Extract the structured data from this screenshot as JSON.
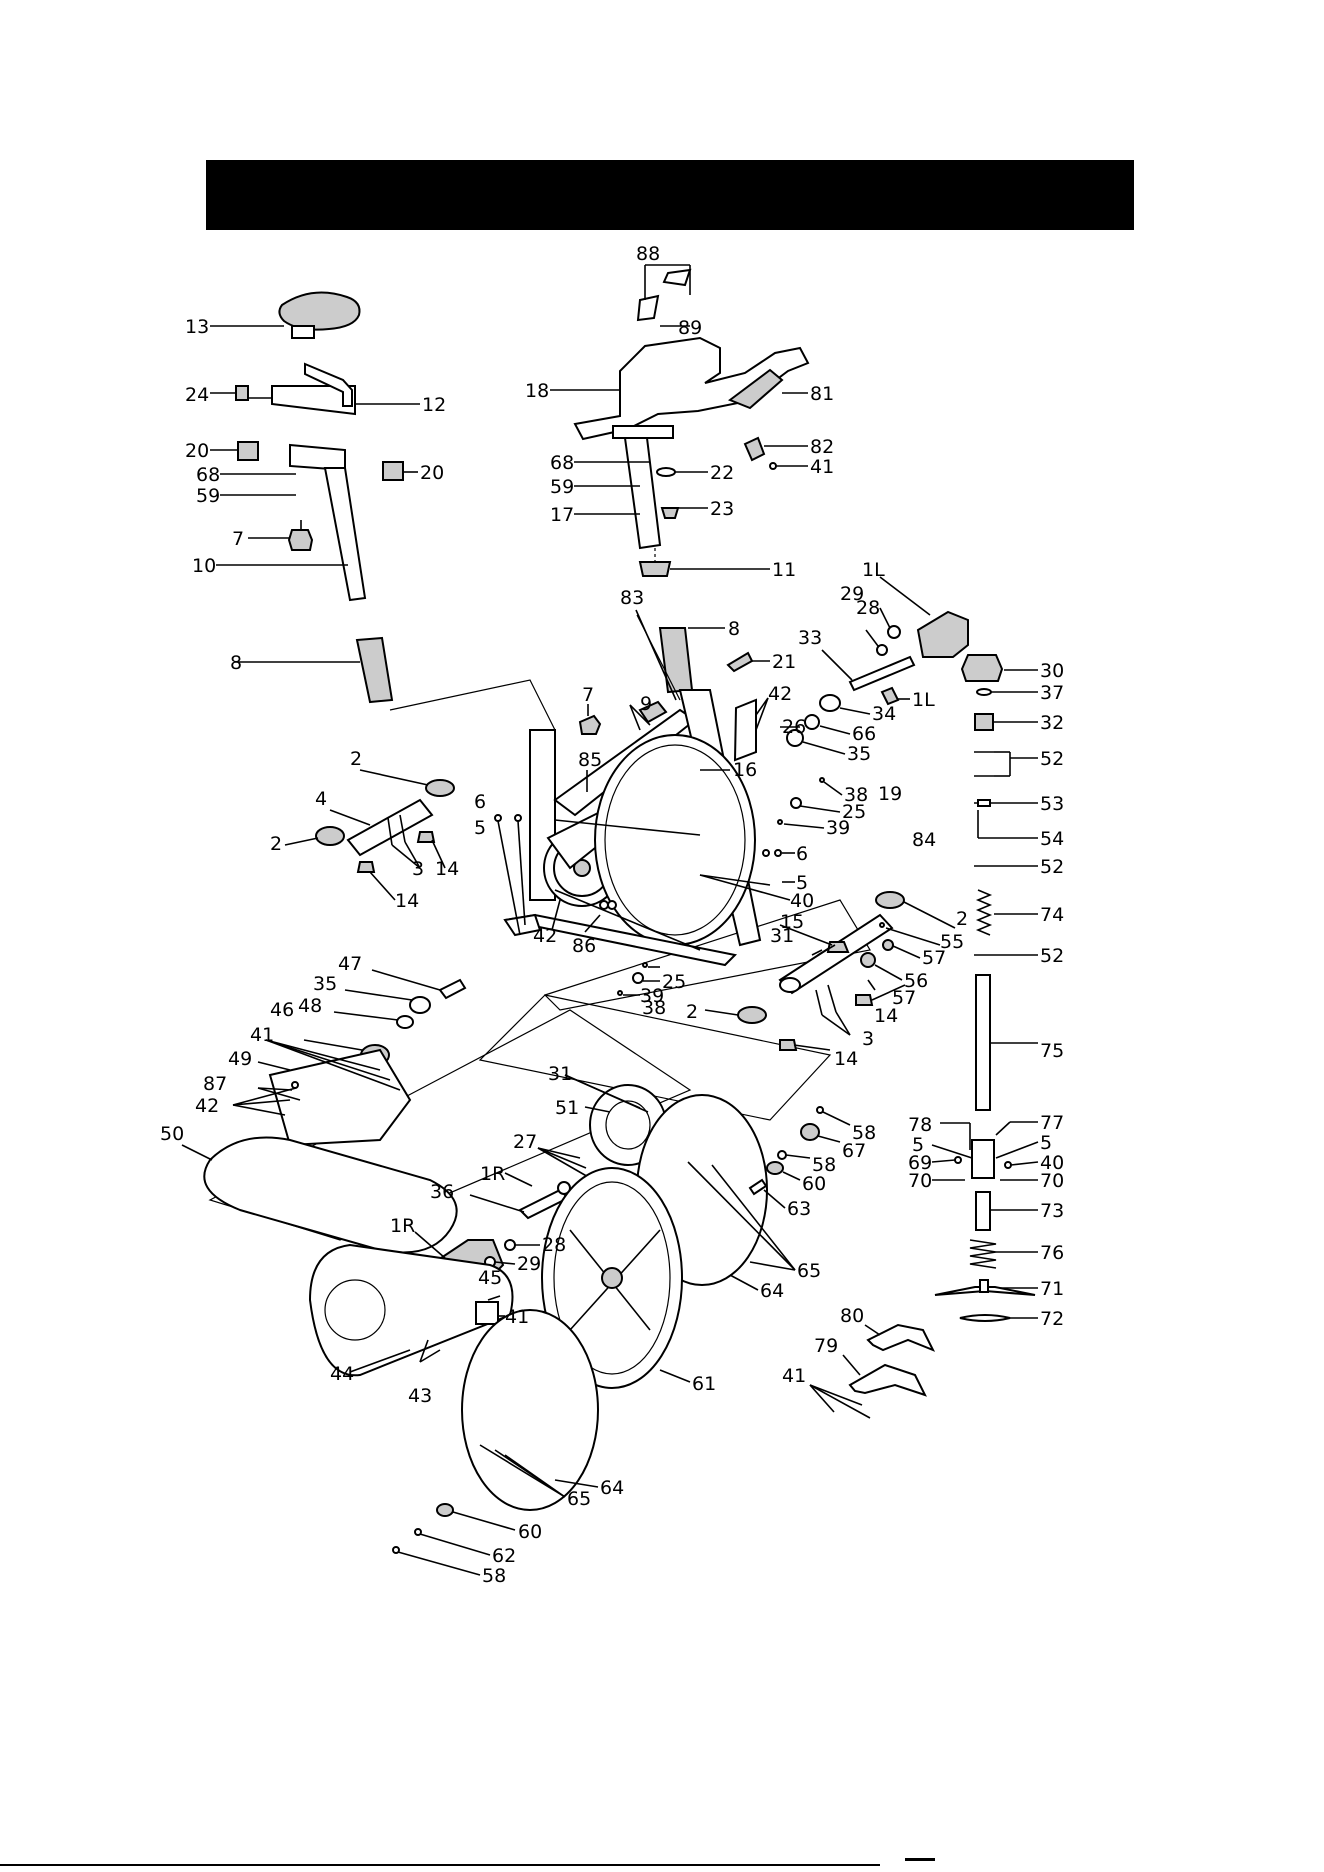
{
  "header": {
    "title": ""
  },
  "labels": [
    {
      "id": "p88a",
      "text": "88"
    },
    {
      "id": "p89",
      "text": "89"
    },
    {
      "id": "p13",
      "text": "13"
    },
    {
      "id": "p24",
      "text": "24"
    },
    {
      "id": "p12",
      "text": "12"
    },
    {
      "id": "p20a",
      "text": "20"
    },
    {
      "id": "p20b",
      "text": "20"
    },
    {
      "id": "p68a",
      "text": "68"
    },
    {
      "id": "p59a",
      "text": "59"
    },
    {
      "id": "p7a",
      "text": "7"
    },
    {
      "id": "p10",
      "text": "10"
    },
    {
      "id": "p18",
      "text": "18"
    },
    {
      "id": "p81",
      "text": "81"
    },
    {
      "id": "p68b",
      "text": "68"
    },
    {
      "id": "p82",
      "text": "82"
    },
    {
      "id": "p41a",
      "text": "41"
    },
    {
      "id": "p22",
      "text": "22"
    },
    {
      "id": "p59b",
      "text": "59"
    },
    {
      "id": "p23",
      "text": "23"
    },
    {
      "id": "p17",
      "text": "17"
    },
    {
      "id": "p11",
      "text": "11"
    },
    {
      "id": "p1La",
      "text": "1L"
    },
    {
      "id": "p29a",
      "text": "29"
    },
    {
      "id": "p28a",
      "text": "28"
    },
    {
      "id": "p83",
      "text": "83"
    },
    {
      "id": "p8a",
      "text": "8"
    },
    {
      "id": "p33",
      "text": "33"
    },
    {
      "id": "p30",
      "text": "30"
    },
    {
      "id": "p37",
      "text": "37"
    },
    {
      "id": "p8b",
      "text": "8"
    },
    {
      "id": "p21",
      "text": "21"
    },
    {
      "id": "p1Lb",
      "text": "1L"
    },
    {
      "id": "p7b",
      "text": "7"
    },
    {
      "id": "p9",
      "text": "9"
    },
    {
      "id": "p42a",
      "text": "42"
    },
    {
      "id": "p34",
      "text": "34"
    },
    {
      "id": "p32",
      "text": "32"
    },
    {
      "id": "p66",
      "text": "66"
    },
    {
      "id": "p26",
      "text": "26"
    },
    {
      "id": "p35a",
      "text": "35"
    },
    {
      "id": "p52a",
      "text": "52"
    },
    {
      "id": "p2a",
      "text": "2"
    },
    {
      "id": "p85",
      "text": "85"
    },
    {
      "id": "p16",
      "text": "16"
    },
    {
      "id": "p38a",
      "text": "38"
    },
    {
      "id": "p19",
      "text": "19"
    },
    {
      "id": "p53",
      "text": "53"
    },
    {
      "id": "p4",
      "text": "4"
    },
    {
      "id": "p6a",
      "text": "6"
    },
    {
      "id": "p25a",
      "text": "25"
    },
    {
      "id": "p5a",
      "text": "5"
    },
    {
      "id": "p39a",
      "text": "39"
    },
    {
      "id": "p54",
      "text": "54"
    },
    {
      "id": "p84",
      "text": "84"
    },
    {
      "id": "p2b",
      "text": "2"
    },
    {
      "id": "p14a",
      "text": "14"
    },
    {
      "id": "p6b",
      "text": "6"
    },
    {
      "id": "p52b",
      "text": "52"
    },
    {
      "id": "p3a",
      "text": "3"
    },
    {
      "id": "p5b",
      "text": "5"
    },
    {
      "id": "p40a",
      "text": "40"
    },
    {
      "id": "p14b",
      "text": "14"
    },
    {
      "id": "p2c",
      "text": "2"
    },
    {
      "id": "p74",
      "text": "74"
    },
    {
      "id": "p15",
      "text": "15"
    },
    {
      "id": "p42b",
      "text": "42"
    },
    {
      "id": "p86",
      "text": "86"
    },
    {
      "id": "p55",
      "text": "55"
    },
    {
      "id": "p31a",
      "text": "31"
    },
    {
      "id": "p47",
      "text": "47"
    },
    {
      "id": "p52c",
      "text": "52"
    },
    {
      "id": "p57a",
      "text": "57"
    },
    {
      "id": "p35b",
      "text": "35"
    },
    {
      "id": "p39b",
      "text": "39"
    },
    {
      "id": "p56",
      "text": "56"
    },
    {
      "id": "p48",
      "text": "48"
    },
    {
      "id": "p25b",
      "text": "25"
    },
    {
      "id": "p57b",
      "text": "57"
    },
    {
      "id": "p38b",
      "text": "38"
    },
    {
      "id": "p2d",
      "text": "2"
    },
    {
      "id": "p14c",
      "text": "14"
    },
    {
      "id": "p46",
      "text": "46"
    },
    {
      "id": "p3b",
      "text": "3"
    },
    {
      "id": "p75",
      "text": "75"
    },
    {
      "id": "p14d",
      "text": "14"
    },
    {
      "id": "p41b",
      "text": "41"
    },
    {
      "id": "p49",
      "text": "49"
    },
    {
      "id": "p31b",
      "text": "31"
    },
    {
      "id": "p87",
      "text": "87"
    },
    {
      "id": "p51",
      "text": "51"
    },
    {
      "id": "p42c",
      "text": "42"
    },
    {
      "id": "p58a",
      "text": "58"
    },
    {
      "id": "p78",
      "text": "78"
    },
    {
      "id": "p77",
      "text": "77"
    },
    {
      "id": "p50",
      "text": "50"
    },
    {
      "id": "p27",
      "text": "27"
    },
    {
      "id": "p67",
      "text": "67"
    },
    {
      "id": "p5c",
      "text": "5"
    },
    {
      "id": "p5d",
      "text": "5"
    },
    {
      "id": "p58b",
      "text": "58"
    },
    {
      "id": "p69",
      "text": "69"
    },
    {
      "id": "p40b",
      "text": "40"
    },
    {
      "id": "p1Ra",
      "text": "1R"
    },
    {
      "id": "p60a",
      "text": "60"
    },
    {
      "id": "p70a",
      "text": "70"
    },
    {
      "id": "p70b",
      "text": "70"
    },
    {
      "id": "p36",
      "text": "36"
    },
    {
      "id": "p63",
      "text": "63"
    },
    {
      "id": "p1Rb",
      "text": "1R"
    },
    {
      "id": "p28b",
      "text": "28"
    },
    {
      "id": "p73",
      "text": "73"
    },
    {
      "id": "p65a",
      "text": "65"
    },
    {
      "id": "p29b",
      "text": "29"
    },
    {
      "id": "p76",
      "text": "76"
    },
    {
      "id": "p64a",
      "text": "64"
    },
    {
      "id": "p45",
      "text": "45"
    },
    {
      "id": "p71",
      "text": "71"
    },
    {
      "id": "p41c",
      "text": "41"
    },
    {
      "id": "p80",
      "text": "80"
    },
    {
      "id": "p72",
      "text": "72"
    },
    {
      "id": "p79",
      "text": "79"
    },
    {
      "id": "p44",
      "text": "44"
    },
    {
      "id": "p61",
      "text": "61"
    },
    {
      "id": "p43",
      "text": "43"
    },
    {
      "id": "p41d",
      "text": "41"
    },
    {
      "id": "p64b",
      "text": "64"
    },
    {
      "id": "p65b",
      "text": "65"
    },
    {
      "id": "p60b",
      "text": "60"
    },
    {
      "id": "p62",
      "text": "62"
    },
    {
      "id": "p58c",
      "text": "58"
    }
  ]
}
